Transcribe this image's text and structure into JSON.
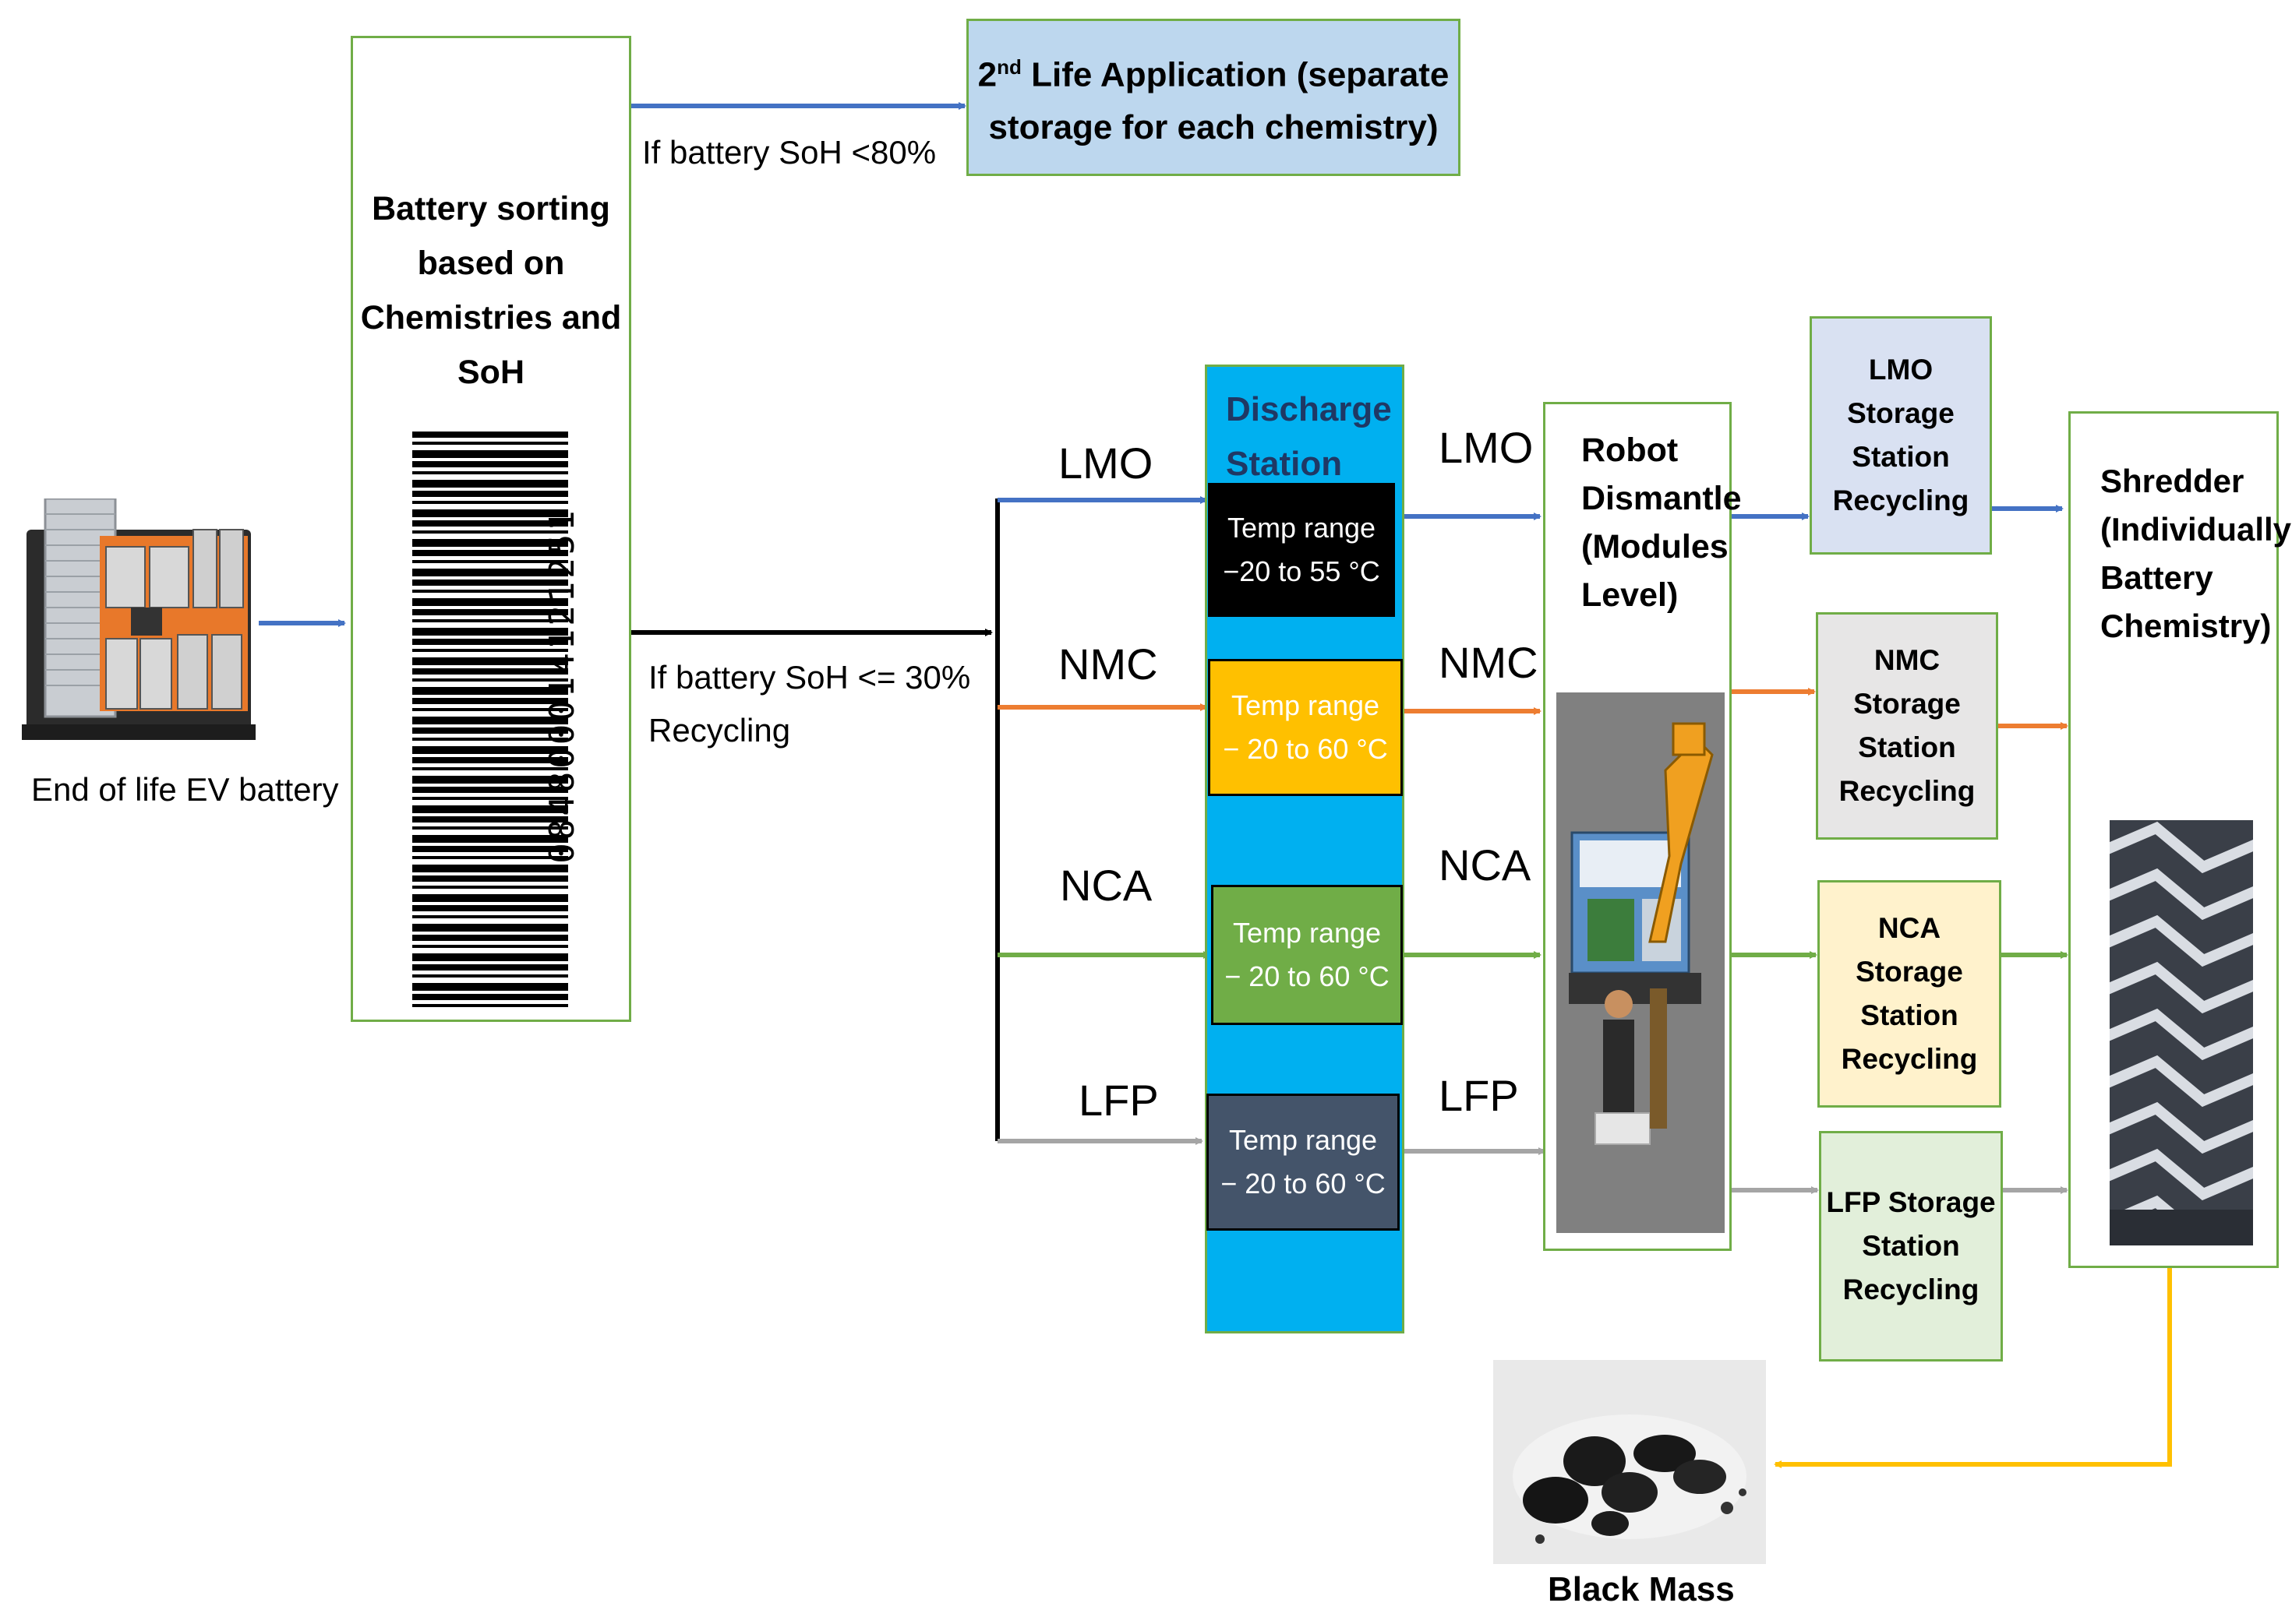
{
  "ev_battery": {
    "caption": "End of life EV battery"
  },
  "sorting": {
    "title_lines": [
      "Battery sorting",
      "based on",
      "Chemistries and",
      "SoH"
    ],
    "barcode_number": "084800014121251"
  },
  "second_life": {
    "title_prefix": "2",
    "title_superscript": "nd",
    "title_line1_rest": " Life Application (separate",
    "title_line2": "storage for each chemistry)"
  },
  "branch_labels": {
    "second_life_condition": "If battery SoH <80%",
    "recycling_condition_line1": "If battery SoH <= 30%",
    "recycling_condition_line2": "Recycling"
  },
  "chemistries": [
    "LMO",
    "NMC",
    "NCA",
    "LFP"
  ],
  "discharge_station": {
    "title_line1": "Discharge",
    "title_line2": "Station",
    "temps": [
      {
        "line1": "Temp range",
        "line2": "−20 to 55 °C"
      },
      {
        "line1": "Temp range",
        "line2": "− 20 to 60 °C"
      },
      {
        "line1": "Temp range",
        "line2": "− 20 to 60 °C"
      },
      {
        "line1": "Temp range",
        "line2": "− 20 to 60 °C"
      }
    ]
  },
  "robot": {
    "title_lines": [
      "Robot",
      "Dismantle",
      "(Modules",
      "Level)"
    ]
  },
  "storage": [
    {
      "lines": [
        "LMO",
        "Storage",
        "Station",
        "Recycling"
      ]
    },
    {
      "lines": [
        "NMC",
        "Storage",
        "Station",
        "Recycling"
      ]
    },
    {
      "lines": [
        "NCA",
        "Storage",
        "Station",
        "Recycling"
      ]
    },
    {
      "lines": [
        "LFP Storage",
        "Station",
        "Recycling"
      ]
    }
  ],
  "shredder": {
    "title_lines": [
      "Shredder",
      "(Individually",
      "Battery",
      "Chemistry)"
    ]
  },
  "black_mass": {
    "caption": "Black Mass"
  },
  "colors": {
    "blue": "#4472C4",
    "orange": "#ED7D31",
    "green": "#70AD47",
    "gray": "#A5A5A5",
    "yellow": "#FFC000",
    "discharge_bg": "#00B0F0",
    "box_border": "#70AD47"
  }
}
